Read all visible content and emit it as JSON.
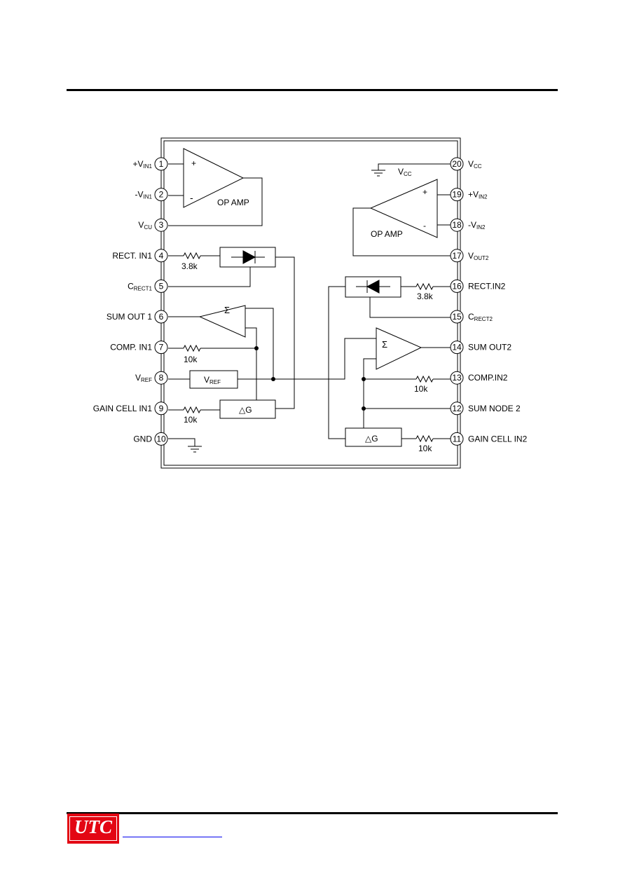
{
  "pins": [
    {
      "num": "1",
      "side": "L",
      "name": "+V",
      "sub": "IN1"
    },
    {
      "num": "2",
      "side": "L",
      "name": "-V",
      "sub": "IN1"
    },
    {
      "num": "3",
      "side": "L",
      "name": "V",
      "sub": "CU"
    },
    {
      "num": "4",
      "side": "L",
      "name": "RECT. IN1",
      "sub": ""
    },
    {
      "num": "5",
      "side": "L",
      "name": "C",
      "sub": "RECT1"
    },
    {
      "num": "6",
      "side": "L",
      "name": "SUM OUT 1",
      "sub": ""
    },
    {
      "num": "7",
      "side": "L",
      "name": "COMP. IN1",
      "sub": ""
    },
    {
      "num": "8",
      "side": "L",
      "name": "V",
      "sub": "REF"
    },
    {
      "num": "9",
      "side": "L",
      "name": "GAIN CELL IN1",
      "sub": ""
    },
    {
      "num": "10",
      "side": "L",
      "name": "GND",
      "sub": ""
    },
    {
      "num": "20",
      "side": "R",
      "name": "V",
      "sub": "CC"
    },
    {
      "num": "19",
      "side": "R",
      "name": "+V",
      "sub": "IN2"
    },
    {
      "num": "18",
      "side": "R",
      "name": "-V",
      "sub": "IN2"
    },
    {
      "num": "17",
      "side": "R",
      "name": "V",
      "sub": "OUT2"
    },
    {
      "num": "16",
      "side": "R",
      "name": "RECT.IN2",
      "sub": ""
    },
    {
      "num": "15",
      "side": "R",
      "name": "C",
      "sub": "RECT2"
    },
    {
      "num": "14",
      "side": "R",
      "name": "SUM OUT2",
      "sub": ""
    },
    {
      "num": "13",
      "side": "R",
      "name": "COMP.IN2",
      "sub": ""
    },
    {
      "num": "12",
      "side": "R",
      "name": "SUM NODE 2",
      "sub": ""
    },
    {
      "num": "11",
      "side": "R",
      "name": "GAIN CELL IN2",
      "sub": ""
    }
  ],
  "labels": {
    "opamp": "OP AMP",
    "plus": "+",
    "minus": "-",
    "minus_right": "-",
    "sigma": "Σ",
    "delta_g": "△G",
    "vref_box": "V",
    "vref_box_sub": "REF",
    "vcc_internal": "V",
    "vcc_internal_sub": "CC"
  },
  "resistors": {
    "r_rect1": "3.8k",
    "r_comp1": "10k",
    "r_gain1": "10k",
    "r_rect2": "3.8k",
    "r_comp2": "10k",
    "r_gain2": "10k"
  },
  "footer": {
    "logo": "UTC"
  }
}
